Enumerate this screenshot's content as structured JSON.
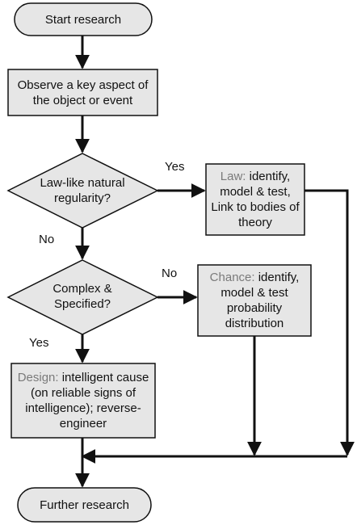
{
  "colors": {
    "stroke": "#111111",
    "fill": "#e6e6e6",
    "highlight": "#7a7a7a",
    "background": "#ffffff"
  },
  "nodes": {
    "start": "Start research",
    "observe": "Observe a key aspect of the object or event",
    "law_q": "Law-like natural regularity?",
    "law_box": {
      "keyword": "Law:",
      "text": "identify, model & test, Link to bodies of theory"
    },
    "complex_q": "Complex & Specified?",
    "chance_box": {
      "keyword": "Chance:",
      "text": "identify, model & test probability distribution"
    },
    "design_box": {
      "keyword": "Design:",
      "text": "intelligent cause (on reliable signs of intelligence); reverse-engineer"
    },
    "end": "Further research"
  },
  "edges": {
    "yes_law": "Yes",
    "no_law": "No",
    "no_complex": "No",
    "yes_complex": "Yes"
  }
}
